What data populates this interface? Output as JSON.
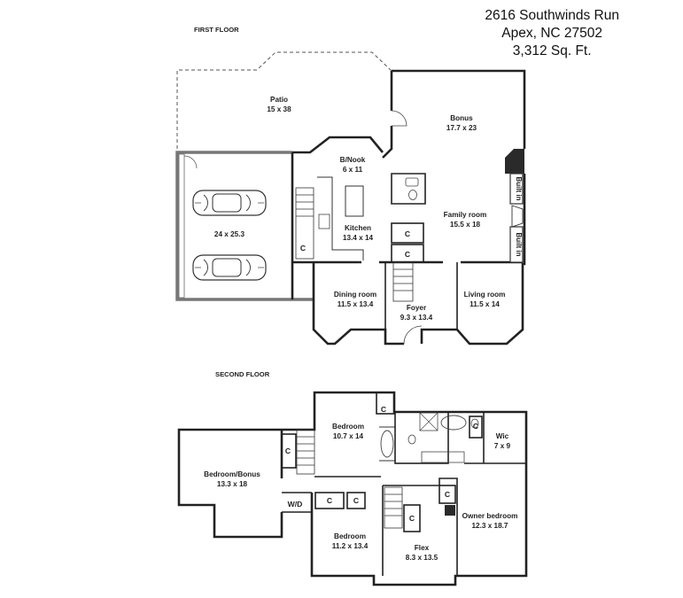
{
  "header": {
    "address_line1": "2616 Southwinds Run",
    "address_line2": "Apex, NC 27502",
    "area": "3,312 Sq. Ft."
  },
  "first_floor": {
    "title": "FIRST FLOOR",
    "rooms": {
      "patio": {
        "name": "Patio",
        "dims": "15 x 38"
      },
      "bonus": {
        "name": "Bonus",
        "dims": "17.7 x 23"
      },
      "bnook": {
        "name": "B/Nook",
        "dims": "6 x 11"
      },
      "garage": {
        "name": "",
        "dims": "24 x 25.3"
      },
      "kitchen": {
        "name": "Kitchen",
        "dims": "13.4 x 14"
      },
      "family": {
        "name": "Family room",
        "dims": "15.5 x 18"
      },
      "dining": {
        "name": "Dining room",
        "dims": "11.5 x 13.4"
      },
      "foyer": {
        "name": "Foyer",
        "dims": "9.3 x 13.4"
      },
      "living": {
        "name": "Living room",
        "dims": "11.5 x 14"
      }
    },
    "closet_label": "C",
    "builtin_label": "Built in"
  },
  "second_floor": {
    "title": "SECOND FLOOR",
    "rooms": {
      "bedroom1": {
        "name": "Bedroom",
        "dims": "10.7 x 14"
      },
      "bedroom_bonus": {
        "name": "Bedroom/Bonus",
        "dims": "13.3 x 18"
      },
      "wic": {
        "name": "Wic",
        "dims": "7 x 9"
      },
      "owner": {
        "name": "Owner bedroom",
        "dims": "12.3 x 18.7"
      },
      "bedroom2": {
        "name": "Bedroom",
        "dims": "11.2 x 13.4"
      },
      "flex": {
        "name": "Flex",
        "dims": "8.3 x 13.5"
      }
    },
    "closet_label": "C",
    "wd_label": "W/D"
  }
}
